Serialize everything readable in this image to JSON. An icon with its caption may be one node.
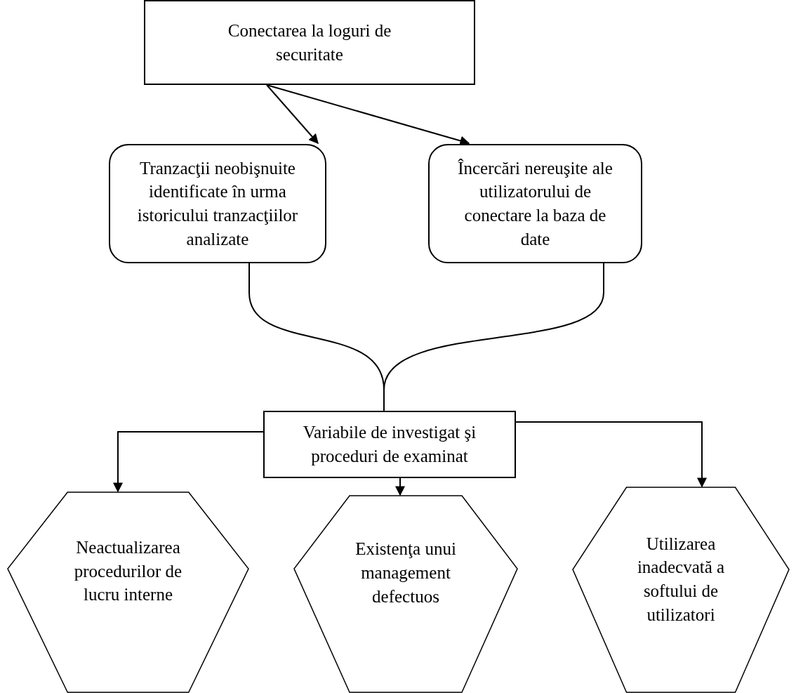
{
  "diagram": {
    "nodes": [
      {
        "text": [
          "Conectarea la loguri de securitate"
        ]
      },
      {
        "text": [
          "Tranzacţii neobişnuite identificate în urma istoricului tranzacţiilor analizate"
        ]
      },
      {
        "text": [
          "Încercări nereuşite ale utilizatorului de conectare la baza de date"
        ]
      },
      {
        "text": [
          "Variabile de investigat şi proceduri de examinat"
        ]
      },
      {
        "text": [
          "Neactualizarea procedurilor de lucru interne"
        ]
      },
      {
        "text": [
          "Existenţa unui management defectuos"
        ]
      },
      {
        "text": [
          "Utilizarea inadecvată a softului de utilizatori"
        ]
      }
    ],
    "edges": [
      {
        "from": 0,
        "to": 1,
        "arrow": "to"
      },
      {
        "from": 0,
        "to": 2,
        "arrow": "to"
      },
      {
        "from": 1,
        "to": 3,
        "arrow": "none"
      },
      {
        "from": 2,
        "to": 3,
        "arrow": "none"
      },
      {
        "from": 3,
        "to": 4,
        "arrow": "to"
      },
      {
        "from": 3,
        "to": 5,
        "arrow": "to"
      },
      {
        "from": 3,
        "to": 6,
        "arrow": "to"
      }
    ]
  }
}
